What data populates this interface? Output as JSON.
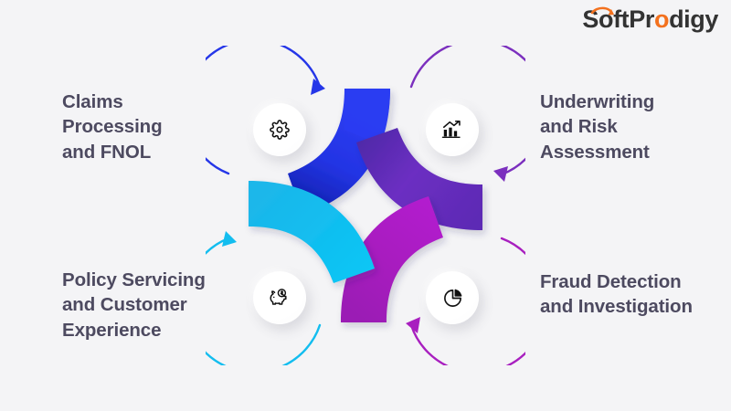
{
  "page": {
    "background_color": "#f4f4f6",
    "title_text_color": "#4d4a60"
  },
  "brand": {
    "logo_part1": "Soft",
    "logo_part2": "Pr",
    "logo_accent": "o",
    "logo_part3": "digy",
    "accent_color": "#f3711e",
    "dark_color": "#333333"
  },
  "diagram": {
    "type": "pinwheel-cycle",
    "center_note": "four curved ribbon arms rotating clockwise around an empty star-shaped center",
    "quadrants": [
      {
        "position": "top-left",
        "label": "Claims\nProcessing\nand FNOL",
        "icon": "gear-icon",
        "color": "#2a35ee",
        "arrow_direction": "clockwise"
      },
      {
        "position": "top-right",
        "label": "Underwriting\nand Risk\nAssessment",
        "icon": "bar-chart-growth-icon",
        "color": "#7b2fbe",
        "arrow_direction": "clockwise"
      },
      {
        "position": "bottom-left",
        "label": "Policy Servicing\nand Customer\nExperience",
        "icon": "piggy-bank-icon",
        "color": "#10bff0",
        "arrow_direction": "clockwise"
      },
      {
        "position": "bottom-right",
        "label": "Fraud Detection\nand Investigation",
        "icon": "pie-chart-icon",
        "color": "#a81fbf",
        "arrow_direction": "clockwise"
      }
    ],
    "ribbon_colors": {
      "top_arm": "#2a35ee",
      "right_arm": "#6a2bc0",
      "bottom_arm": "#a81fbf",
      "left_arm": "#10bff0"
    }
  }
}
